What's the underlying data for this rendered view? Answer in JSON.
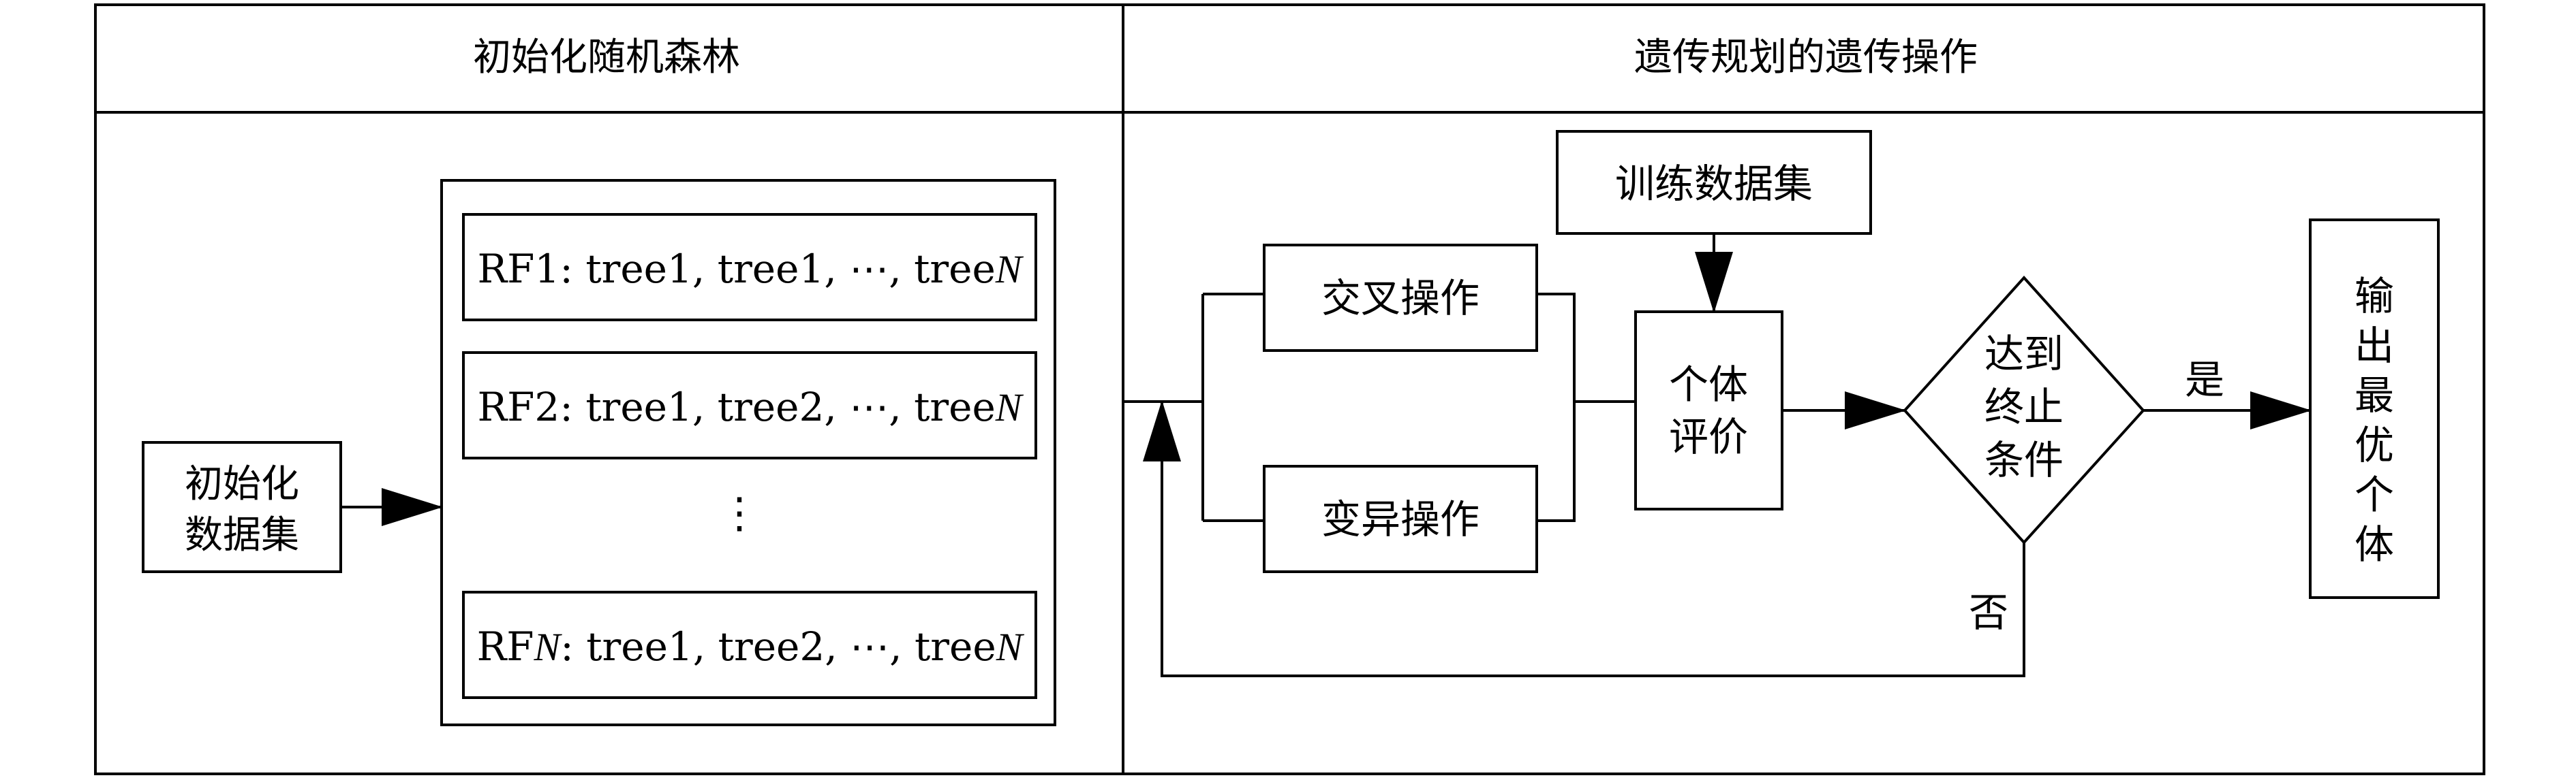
{
  "panels": {
    "left_title": "初始化随机森林",
    "right_title": "遗传规划的遗传操作"
  },
  "left": {
    "init_dataset_lines": [
      "初始化",
      "数据集"
    ],
    "rf_rows": [
      {
        "prefix": "RF1",
        "prefix_italic": "",
        "body": ": tree1, tree1, ⋯, tree",
        "suffix_italic": "N"
      },
      {
        "prefix": "RF2",
        "prefix_italic": "",
        "body": ": tree1, tree2, ⋯, tree",
        "suffix_italic": "N"
      },
      {
        "prefix": "RF",
        "prefix_italic": "N",
        "body": ": tree1, tree2, ⋯, tree",
        "suffix_italic": "N"
      }
    ],
    "vdots": "⋮"
  },
  "right": {
    "training_set": "训练数据集",
    "crossover": "交叉操作",
    "mutation": "变异操作",
    "evaluation_lines": [
      "个体",
      "评价"
    ],
    "decision_lines": [
      "达到",
      "终止",
      "条件"
    ],
    "yes_label": "是",
    "no_label": "否",
    "output_chars": [
      "输",
      "出",
      "最",
      "优",
      "个",
      "体"
    ]
  },
  "colors": {
    "stroke": "#000000",
    "background": "#ffffff"
  }
}
